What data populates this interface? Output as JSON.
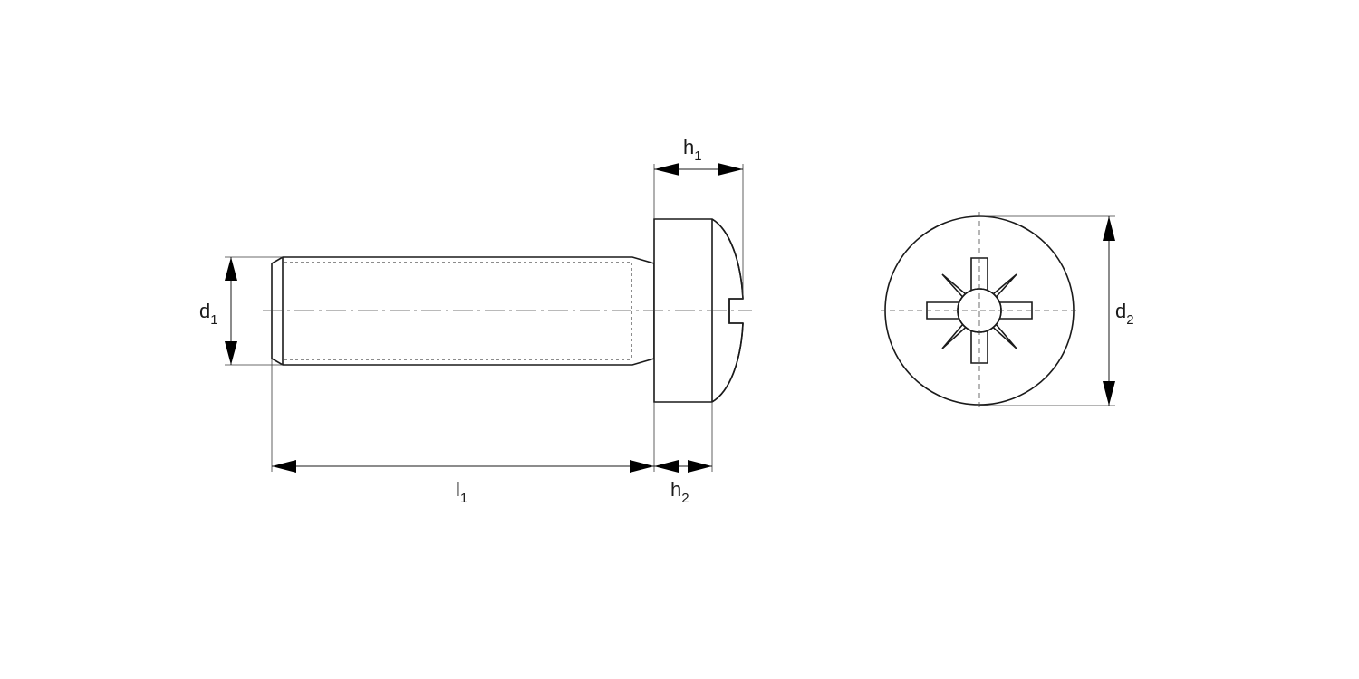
{
  "labels": {
    "d1": {
      "main": "d",
      "sub": "1"
    },
    "d2": {
      "main": "d",
      "sub": "2"
    },
    "h1": {
      "main": "h",
      "sub": "1"
    },
    "h2": {
      "main": "h",
      "sub": "2"
    },
    "l1": {
      "main": "l",
      "sub": "1"
    }
  }
}
